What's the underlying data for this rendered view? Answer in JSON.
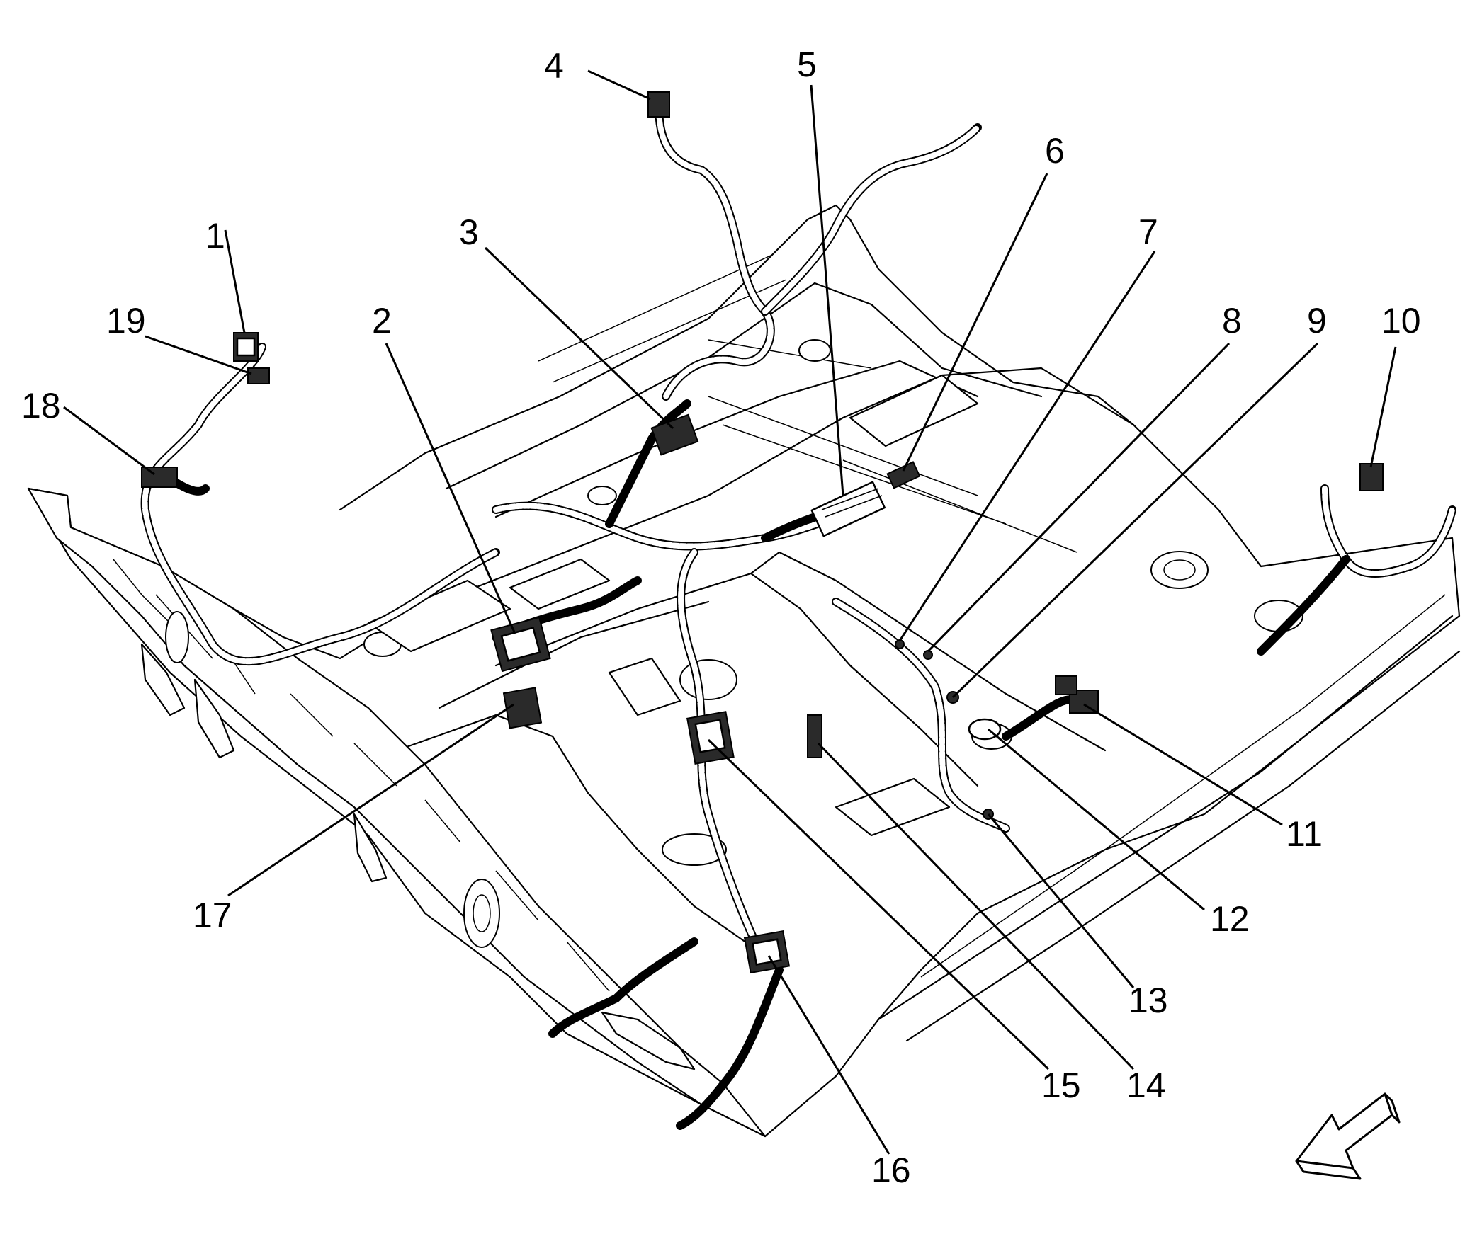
{
  "diagram": {
    "callouts": [
      {
        "id": "1",
        "label": "1"
      },
      {
        "id": "2",
        "label": "2"
      },
      {
        "id": "3",
        "label": "3"
      },
      {
        "id": "4",
        "label": "4"
      },
      {
        "id": "5",
        "label": "5"
      },
      {
        "id": "6",
        "label": "6"
      },
      {
        "id": "7",
        "label": "7"
      },
      {
        "id": "8",
        "label": "8"
      },
      {
        "id": "9",
        "label": "9"
      },
      {
        "id": "10",
        "label": "10"
      },
      {
        "id": "11",
        "label": "11"
      },
      {
        "id": "12",
        "label": "12"
      },
      {
        "id": "13",
        "label": "13"
      },
      {
        "id": "14",
        "label": "14"
      },
      {
        "id": "15",
        "label": "15"
      },
      {
        "id": "16",
        "label": "16"
      },
      {
        "id": "17",
        "label": "17"
      },
      {
        "id": "18",
        "label": "18"
      },
      {
        "id": "19",
        "label": "19"
      }
    ],
    "direction_arrow": "front-of-vehicle-arrow"
  }
}
